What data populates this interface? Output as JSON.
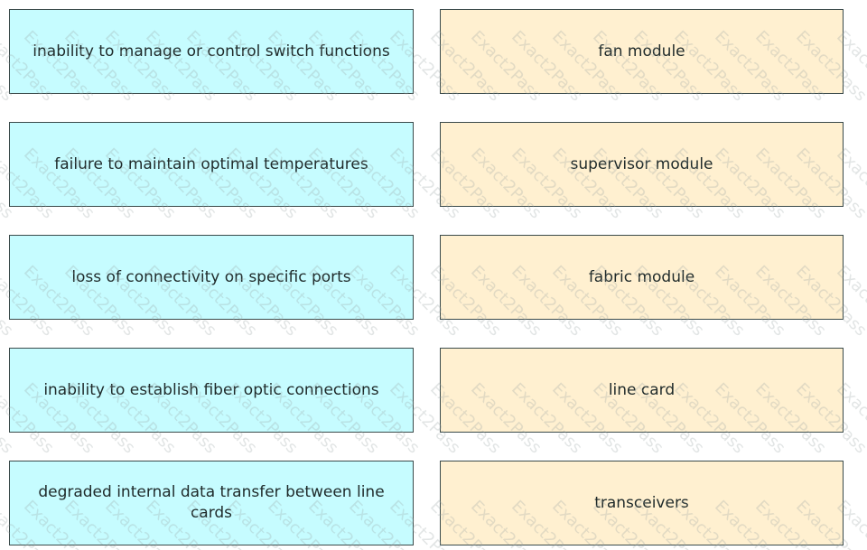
{
  "watermark": "Exact2Pass",
  "symptoms": [
    "inability to manage or control switch functions",
    "failure to maintain optimal temperatures",
    "loss of connectivity on specific ports",
    "inability to establish fiber optic connections",
    "degraded internal data transfer between line cards"
  ],
  "components": [
    "fan module",
    "supervisor module",
    "fabric module",
    "line card",
    "transceivers"
  ],
  "colors": {
    "symptom_bg": "#c6fcff",
    "component_bg": "#fff0d0"
  }
}
